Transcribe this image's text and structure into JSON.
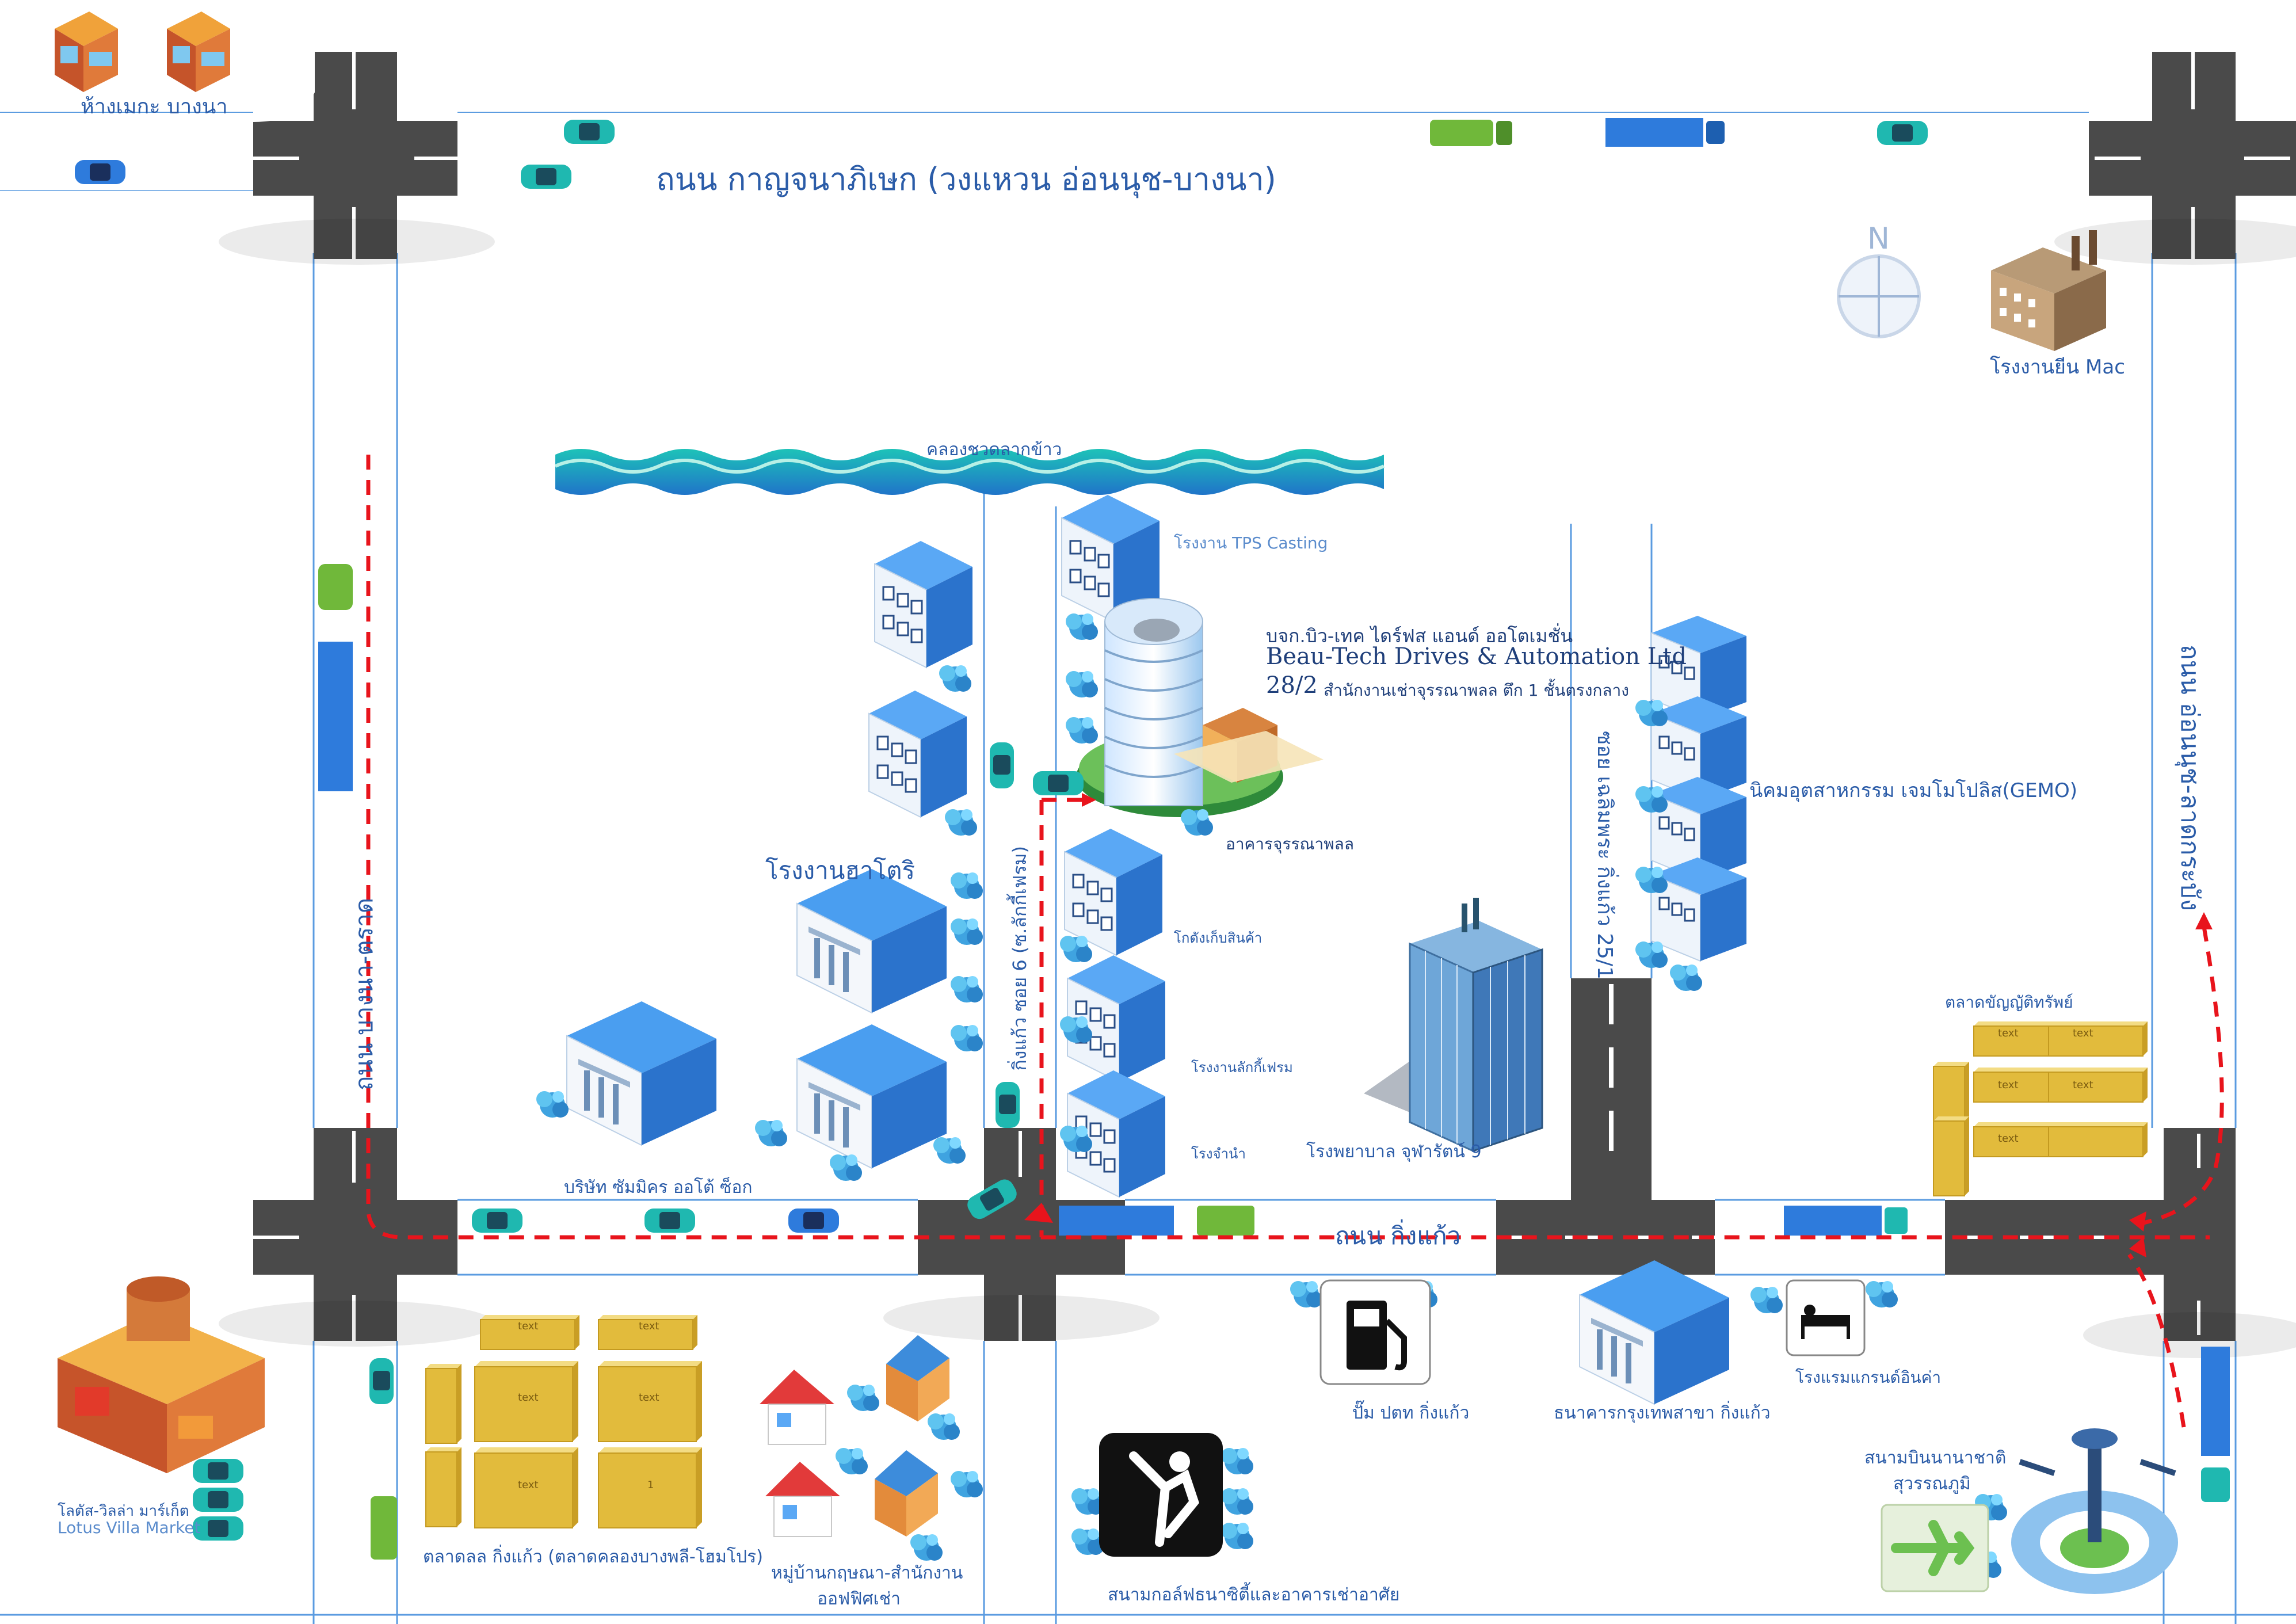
{
  "roads": {
    "top_road": "ถนน กาญจนาภิเษก (วงแหวน อ่อนนุช-บางนา)",
    "bottom_road": "ถนน กิ่งแก้ว",
    "left_road": "ถนน บางนา-ตราด",
    "right_road": "ถนน อ่อนนุช-ลาดกระบัง",
    "soi_6": "กิ่งแก้ว ซอย 6 (ซ.ลักกี้เฟรม)",
    "soi_251": "ซอย เฉลิมพระ กิ่งแก้ว 25/1",
    "canal": "คลองชวดลากข้าว"
  },
  "places": {
    "mega_bangna": "ห้างเมกะ บางนา",
    "mac_factory": "โรงงานยีน Mac",
    "tps_casting": "โรงงาน TPS Casting",
    "company_th": "บจก.บิว-เทค ไดร์ฟส แอนด์ ออโตเมชั่น",
    "company_en": "Beau-Tech Drives & Automation Ltd",
    "company_addr_no": "28/2",
    "company_addr": "สำนักงานเช่าจุรรณาพลล ตึก 1 ชั้นตรงกลาง",
    "chuwanna_building": "อาคารจุรรณาพลล",
    "hatori_factory": "โรงงานฮาโตริ",
    "warehouse": "โกดังเก็บสินค้า",
    "lucky_frame": "โรงงานลักกี้เฟรม",
    "hotel_factory": "โรงจำนำ",
    "sumicon": "บริษัท ซัมมิคร ออโต้ ซ็อก",
    "gemo": "นิคมอุตสาหกรรม เจมโมโปลิส(GEMO)",
    "hospital": "โรงพยาบาล จุฬารัตน์ 9",
    "asset_market": "ตลาดขัญญัติทรัพย์",
    "kingkaew_market": "ตลาดลล กิ่งแก้ว (ตลาดคลองบางพลี-โฮมโปร)",
    "village": "หมู่บ้านกฤษณา-สำนักงาน",
    "village2": "ออฟฟิศเช่า",
    "ptt": "ปั๊ม ปตท กิ่งแก้ว",
    "bank": "ธนาคารกรุงเทพสาขา กิ่งแก้ว",
    "hotel": "โรงแรมแกรนด์อินค่า",
    "golf": "สนามกอล์ฟธนาซิตี้และอาคารเช่าอาศัย",
    "airport_th": "สนามบินนานาชาติ",
    "airport_th2": "สุวรรณภูมิ",
    "lotus_th": "โลตัส-วิลล่า มาร์เก็ต",
    "lotus_en": "Lotus Villa Market"
  },
  "compass": {
    "north": "N"
  },
  "box_text": {
    "t1": "text",
    "t2": "1"
  },
  "colors": {
    "road": "#4a4a4a",
    "road_line": "#ffffff",
    "route": "#e8141c",
    "building_blue": "#2f86e0",
    "box_yellow": "#e6c24a",
    "canal": "#25b3b0",
    "guide": "#5a9be0"
  }
}
